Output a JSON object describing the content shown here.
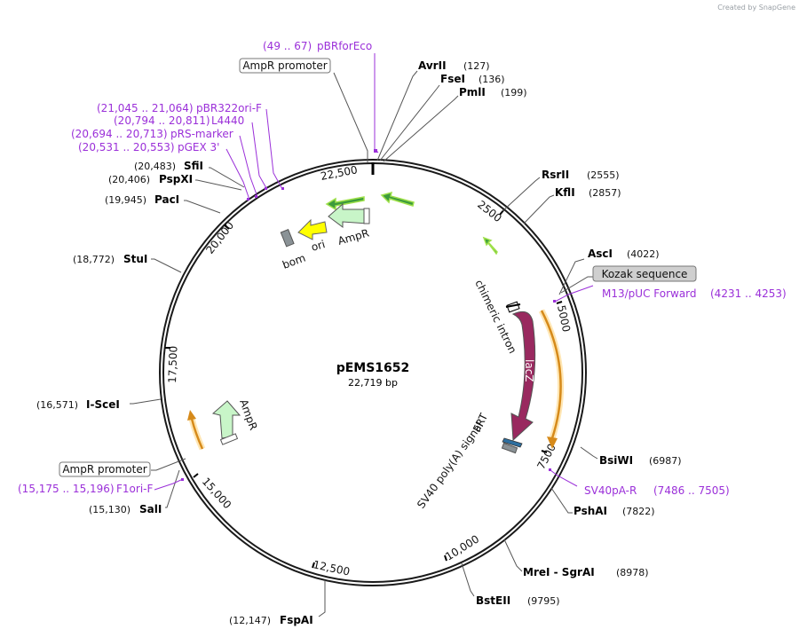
{
  "watermark": "Created by SnapGene",
  "plasmid": {
    "name": "pEMS1652",
    "size_label": "22,719 bp"
  },
  "enzymes": [
    {
      "name": "AvrII",
      "pos": "(127)"
    },
    {
      "name": "FseI",
      "pos": "(136)"
    },
    {
      "name": "PmlI",
      "pos": "(199)"
    },
    {
      "name": "RsrII",
      "pos": "(2555)"
    },
    {
      "name": "KflI",
      "pos": "(2857)"
    },
    {
      "name": "AscI",
      "pos": "(4022)"
    },
    {
      "name": "BsiWI",
      "pos": "(6987)"
    },
    {
      "name": "PshAI",
      "pos": "(7822)"
    },
    {
      "name": "MreI - SgrAI",
      "pos": "(8978)"
    },
    {
      "name": "BstEII",
      "pos": "(9795)"
    },
    {
      "name": "FspAI",
      "pos": "(12,147)"
    },
    {
      "name": "SalI",
      "pos": "(15,130)"
    },
    {
      "name": "I-SceI",
      "pos": "(16,571)"
    },
    {
      "name": "StuI",
      "pos": "(18,772)"
    },
    {
      "name": "PacI",
      "pos": "(19,945)"
    },
    {
      "name": "PspXI",
      "pos": "(20,406)"
    },
    {
      "name": "SfiI",
      "pos": "(20,483)"
    }
  ],
  "primers": [
    {
      "name": "pBRforEco",
      "range": "(49 .. 67)"
    },
    {
      "name": "pBR322ori-F",
      "range": "(21,045 .. 21,064)"
    },
    {
      "name": "L4440",
      "range": "(20,794 .. 20,811)"
    },
    {
      "name": "pRS-marker",
      "range": "(20,694 .. 20,713)"
    },
    {
      "name": "pGEX 3'",
      "range": "(20,531 .. 20,553)"
    },
    {
      "name": "M13/pUC Forward",
      "range": "(4231 .. 4253)"
    },
    {
      "name": "SV40pA-R",
      "range": "(7486 .. 7505)"
    },
    {
      "name": "F1ori-F",
      "range": "(15,175 .. 15,196)"
    }
  ],
  "boxed_features": [
    "AmpR promoter",
    "Kozak sequence",
    "AmpR promoter"
  ],
  "features": [
    "AmpR",
    "ori",
    "bom",
    "chimeric intron",
    "lacZ",
    "FRT",
    "SV40 poly(A) signal",
    "AmpR"
  ],
  "ticks": [
    "2500",
    "5000",
    "7500",
    "10,000",
    "12,500",
    "15,000",
    "17,500",
    "20,000",
    "22,500"
  ],
  "colors": {
    "backbone": "#1a1a1a",
    "primer": "#9b30d9",
    "ampr_fill": "#c8f5c8",
    "ori_fill": "#ffff00",
    "lacz_fill": "#99295f",
    "orange_arrow": "#f0a030",
    "green_arrow": "#2e8b2e"
  }
}
